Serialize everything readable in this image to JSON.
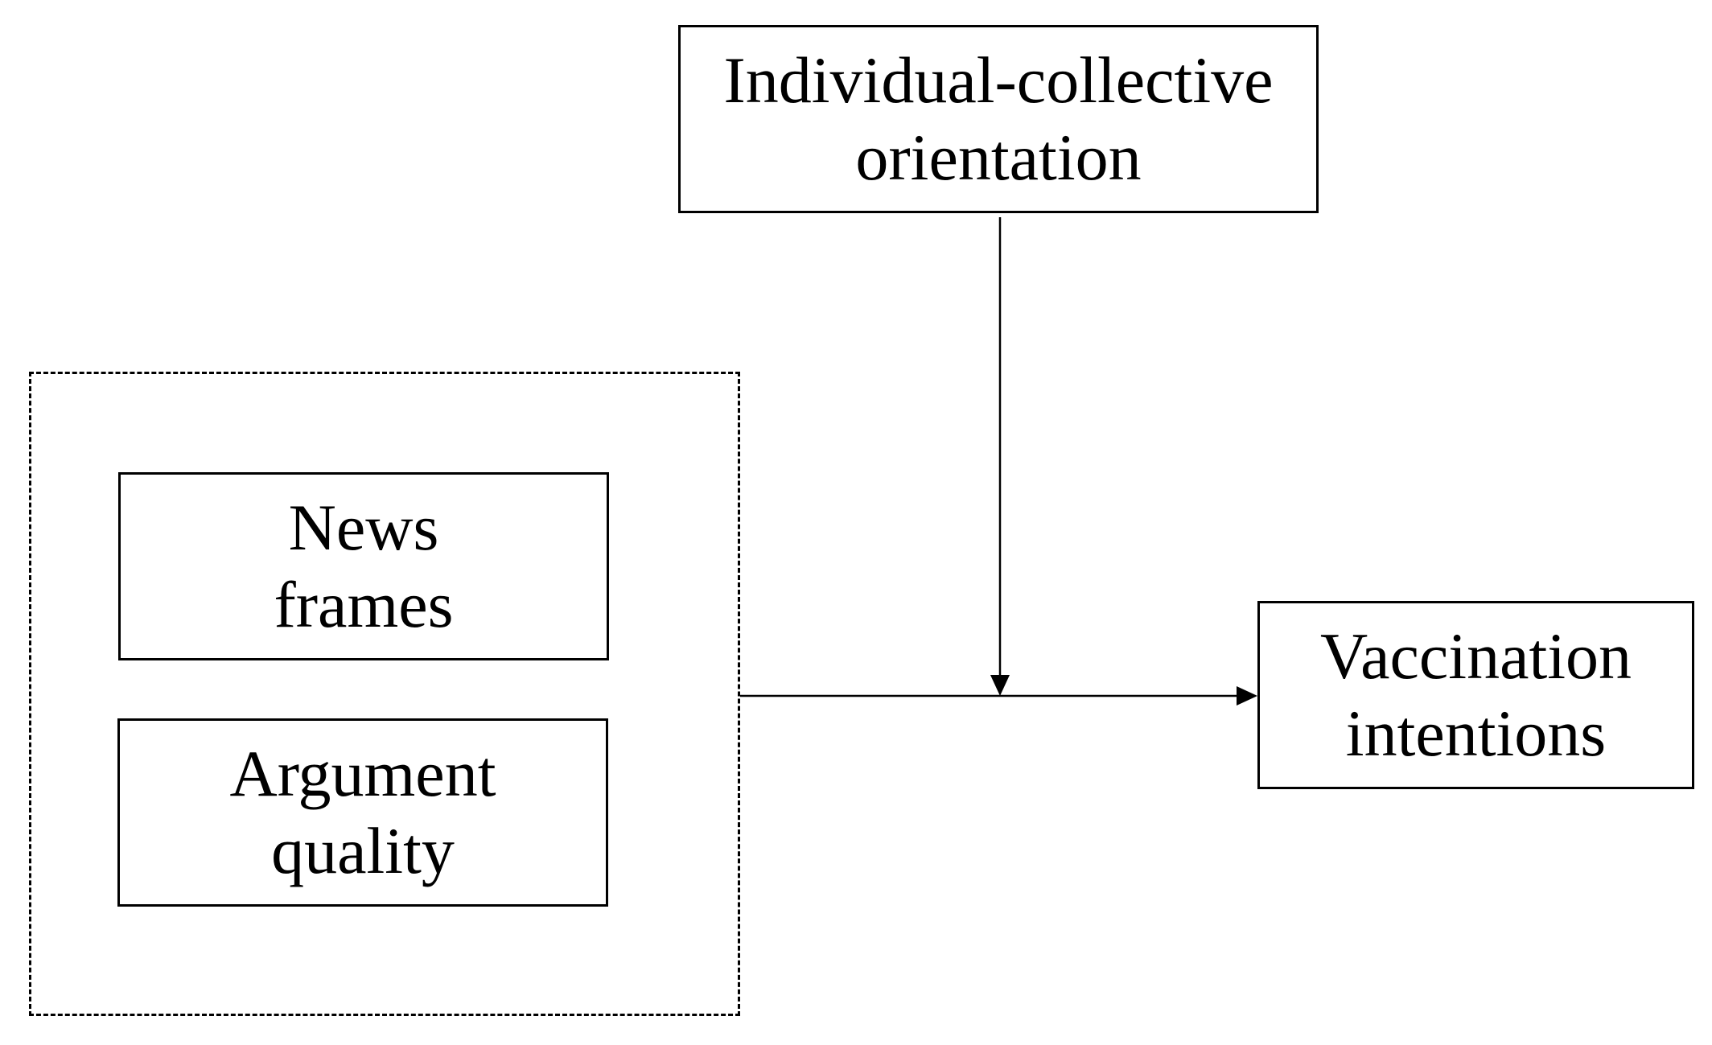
{
  "diagram": {
    "moderator": {
      "line1": "Individual-collective",
      "line2": "orientation"
    },
    "predictors": [
      {
        "line1": "News",
        "line2": "frames"
      },
      {
        "line1": "Argument",
        "line2": "quality"
      }
    ],
    "outcome": {
      "line1": "Vaccination",
      "line2": "intentions"
    }
  }
}
